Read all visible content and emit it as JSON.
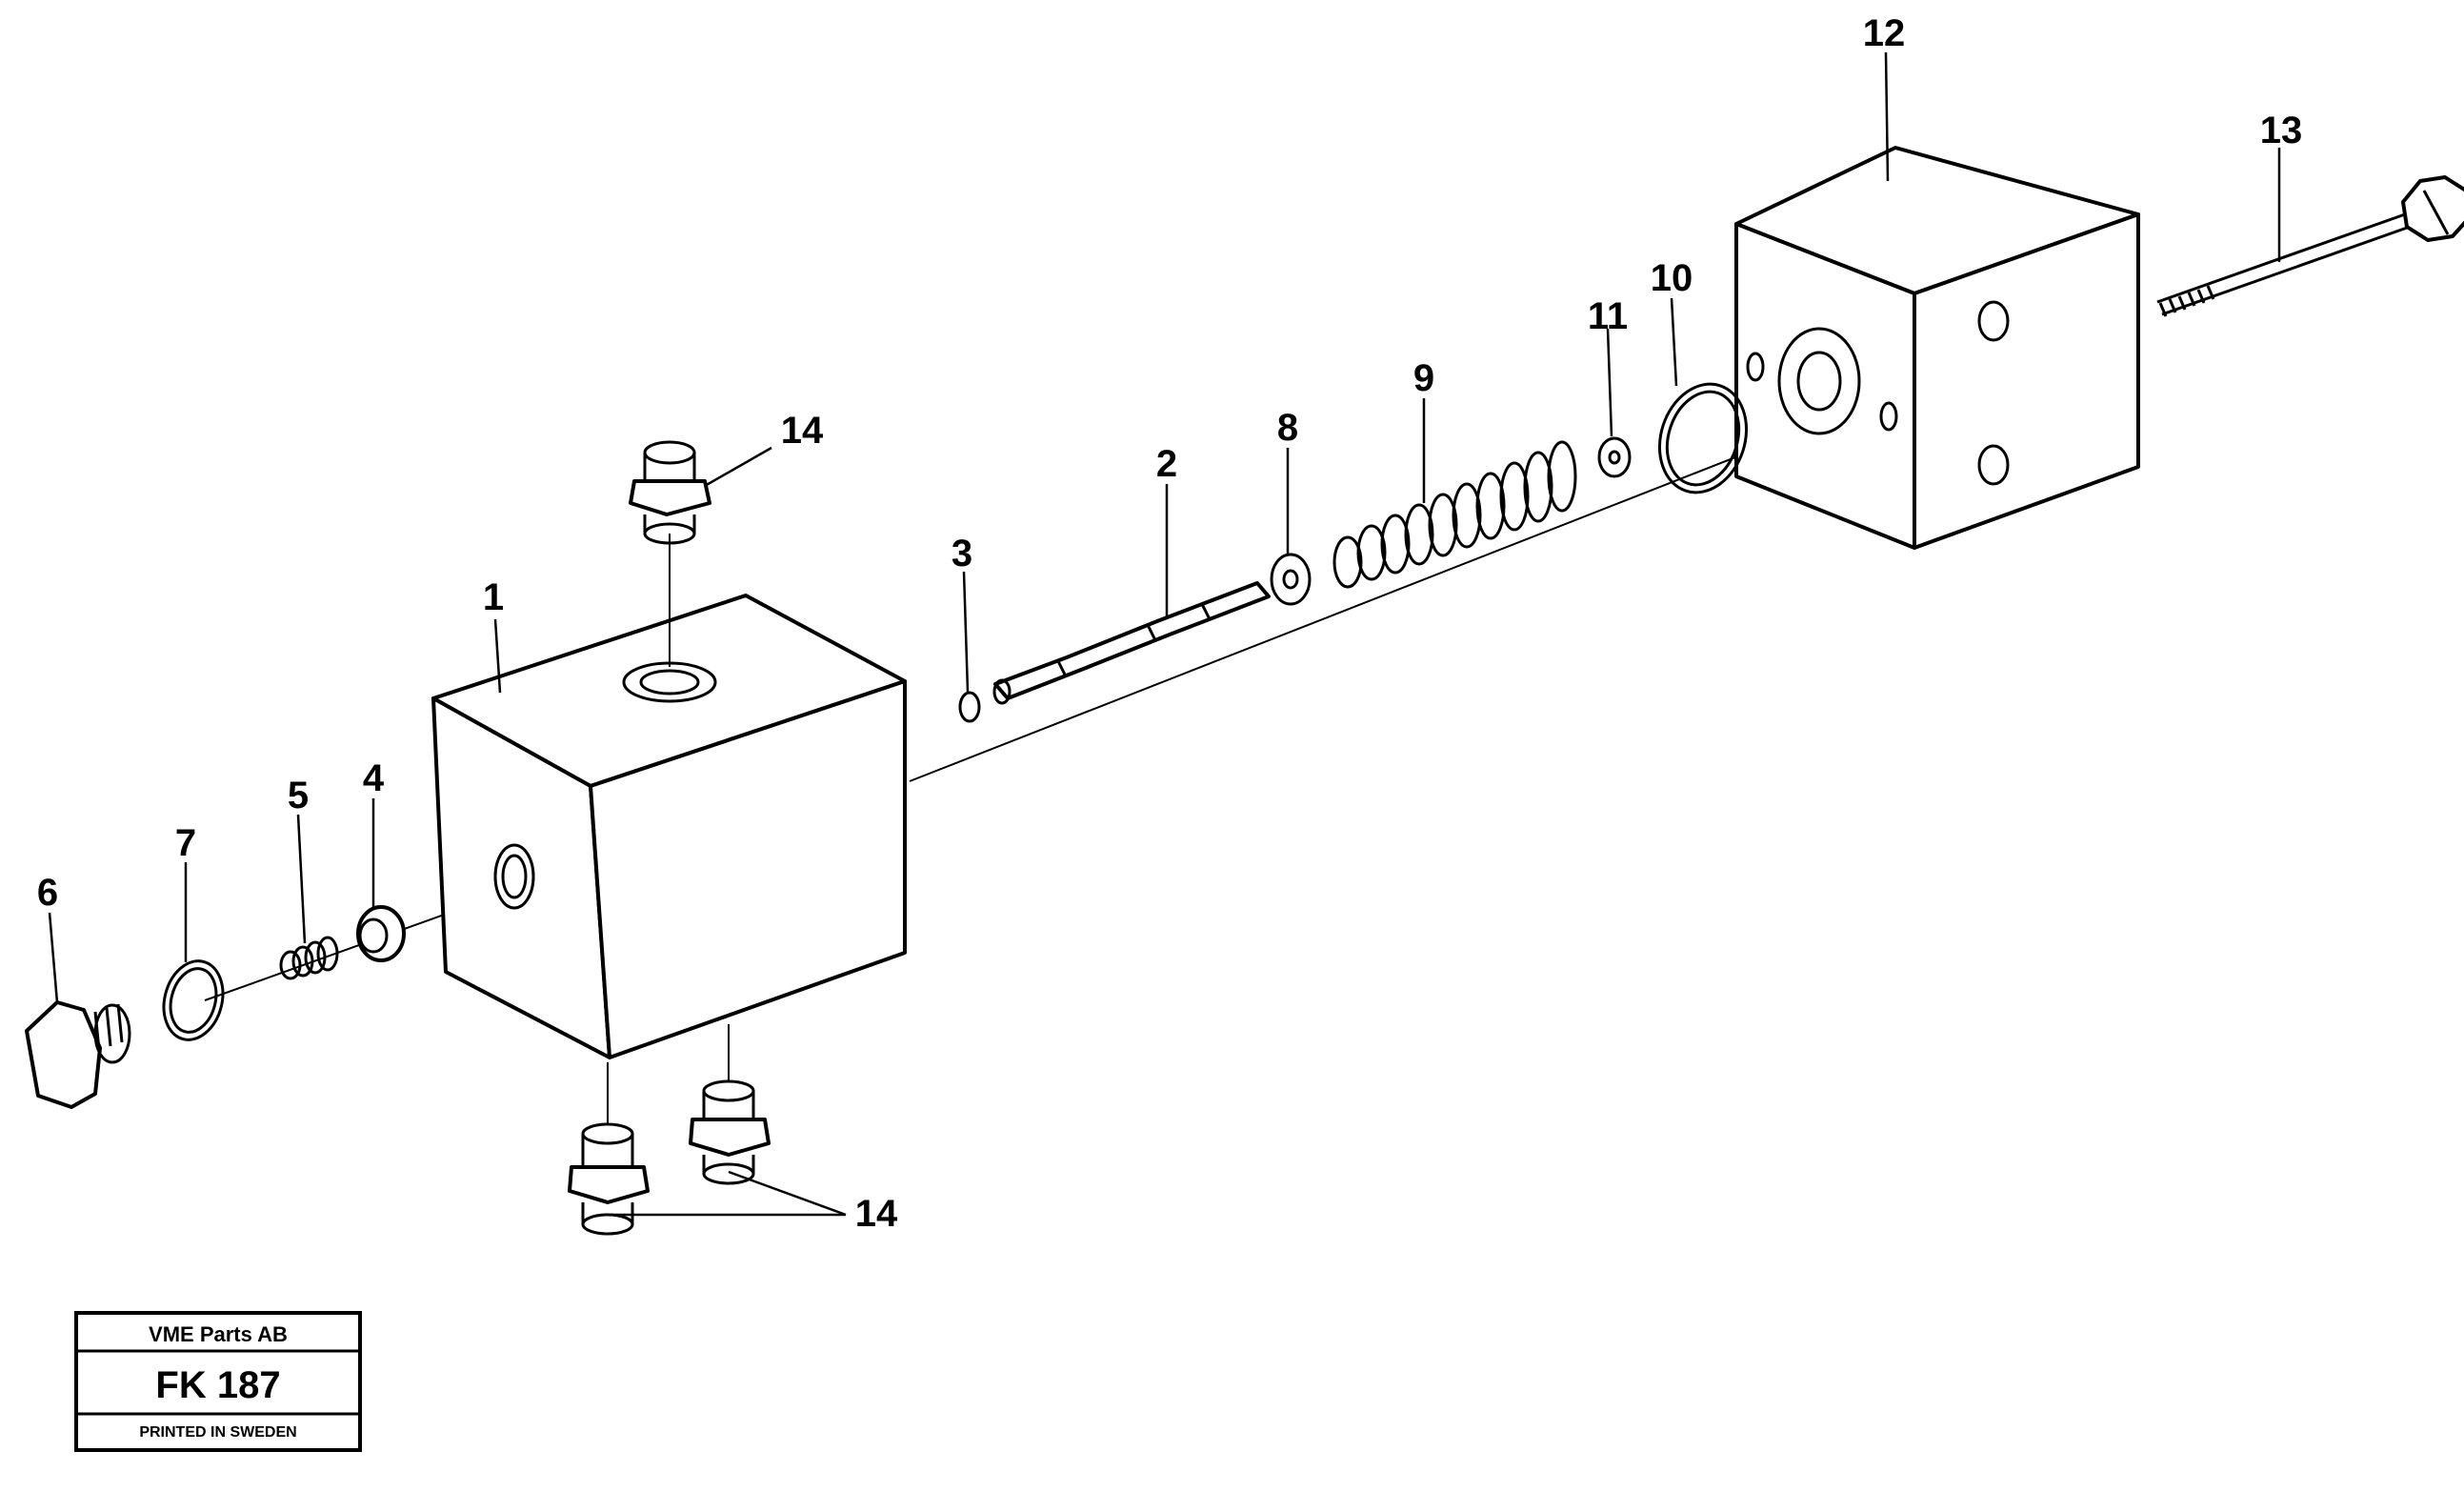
{
  "diagram": {
    "part_labels": [
      "1",
      "2",
      "3",
      "4",
      "5",
      "6",
      "7",
      "8",
      "9",
      "10",
      "11",
      "12",
      "13",
      "14",
      "14"
    ]
  },
  "stamp": {
    "company": "VME Parts AB",
    "code": "FK 187",
    "printed": "PRINTED IN SWEDEN"
  }
}
